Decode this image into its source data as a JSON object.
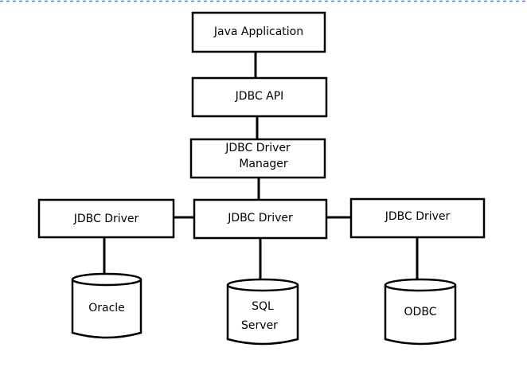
{
  "colors": {
    "stroke": "#000000",
    "fill": "#ffffff",
    "top_border": "#4a86c8"
  },
  "nodes": {
    "java_app": "Java Application",
    "jdbc_api": "JDBC API",
    "driver_manager_line1": "JDBC Driver",
    "driver_manager_line2": "Manager",
    "driver_left": "JDBC Driver",
    "driver_center": "JDBC Driver",
    "driver_right": "JDBC Driver"
  },
  "databases": {
    "oracle": "Oracle",
    "sql_server_line1": "SQL",
    "sql_server_line2": "Server",
    "odbc": "ODBC"
  }
}
